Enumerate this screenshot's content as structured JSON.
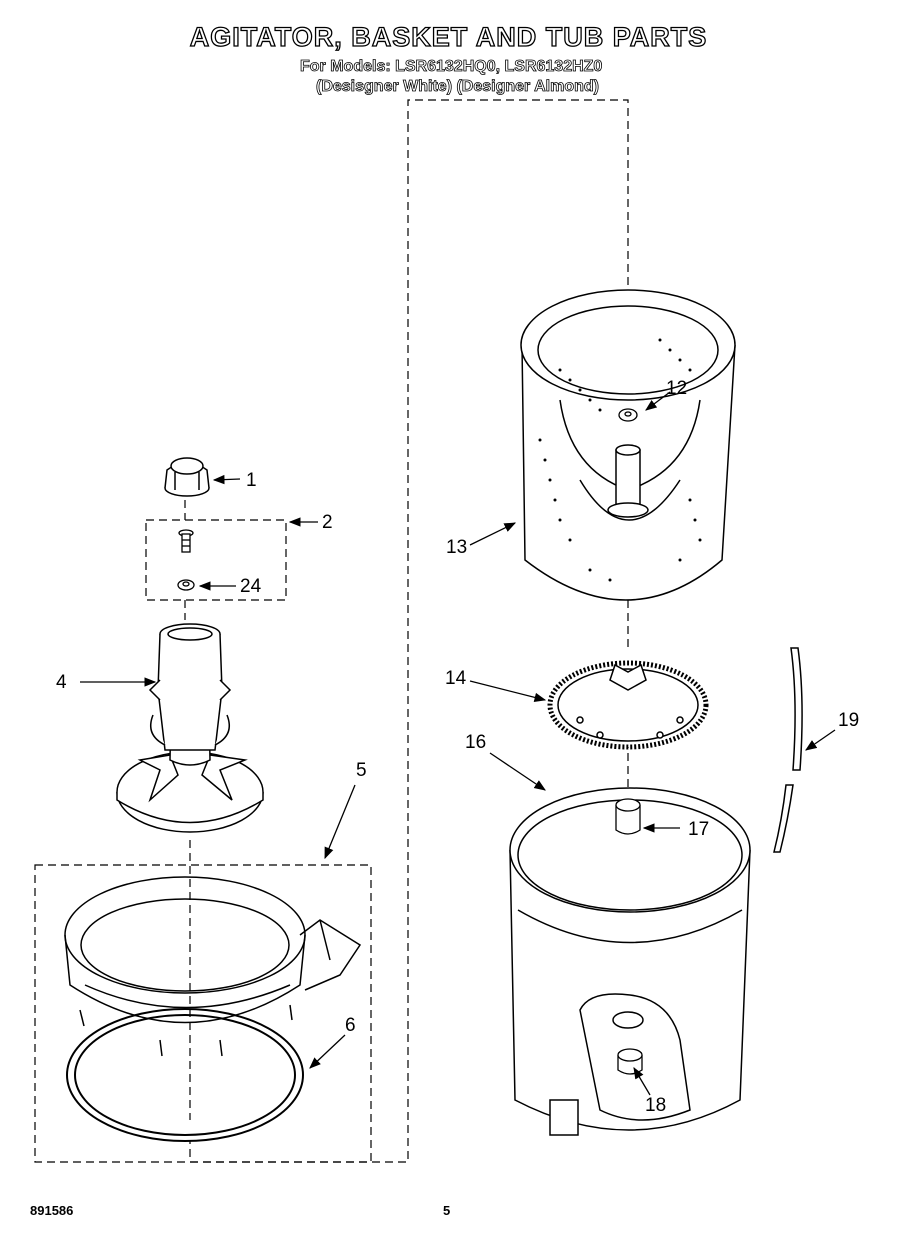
{
  "header": {
    "title": "AGITATOR, BASKET AND TUB PARTS",
    "models_line": "For Models: LSR6132HQ0, LSR6132HZ0",
    "variants_line": "(Desisgner White) (Designer Almond)"
  },
  "callouts": {
    "c1": "1",
    "c2": "2",
    "c4": "4",
    "c5": "5",
    "c6": "6",
    "c12": "12",
    "c13": "13",
    "c14": "14",
    "c16": "16",
    "c17": "17",
    "c18": "18",
    "c19": "19",
    "c24": "24"
  },
  "footer": {
    "doc_number": "891586",
    "page_number": "5"
  }
}
